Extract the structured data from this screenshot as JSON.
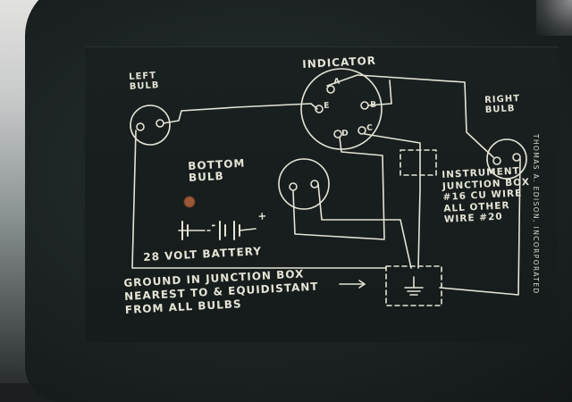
{
  "diagram": {
    "indicator": "INDICATOR",
    "left_bulb": "LEFT\nBULB",
    "right_bulb": "RIGHT\nBULB",
    "bottom_bulb": "BOTTOM\nBULB",
    "battery": "28 VOLT BATTERY",
    "junction_note": "INSTRUMENT\nJUNCTION BOX\n#16 CU WIRE\nALL OTHER\nWIRE #20",
    "ground_note": "GROUND IN JUNCTION BOX\nNEAREST TO & EQUIDISTANT\nFROM ALL BULBS",
    "maker": "THOMAS A. EDISON, INCORPORATED",
    "pins": {
      "a": "A",
      "b": "B",
      "c": "C",
      "d": "D",
      "e": "E"
    },
    "plus_sign": "+",
    "minus_sign": "-"
  },
  "colors": {
    "ink": "#e4e4d6",
    "panel": "#1a2020",
    "rivet": "#9a5a3a"
  }
}
